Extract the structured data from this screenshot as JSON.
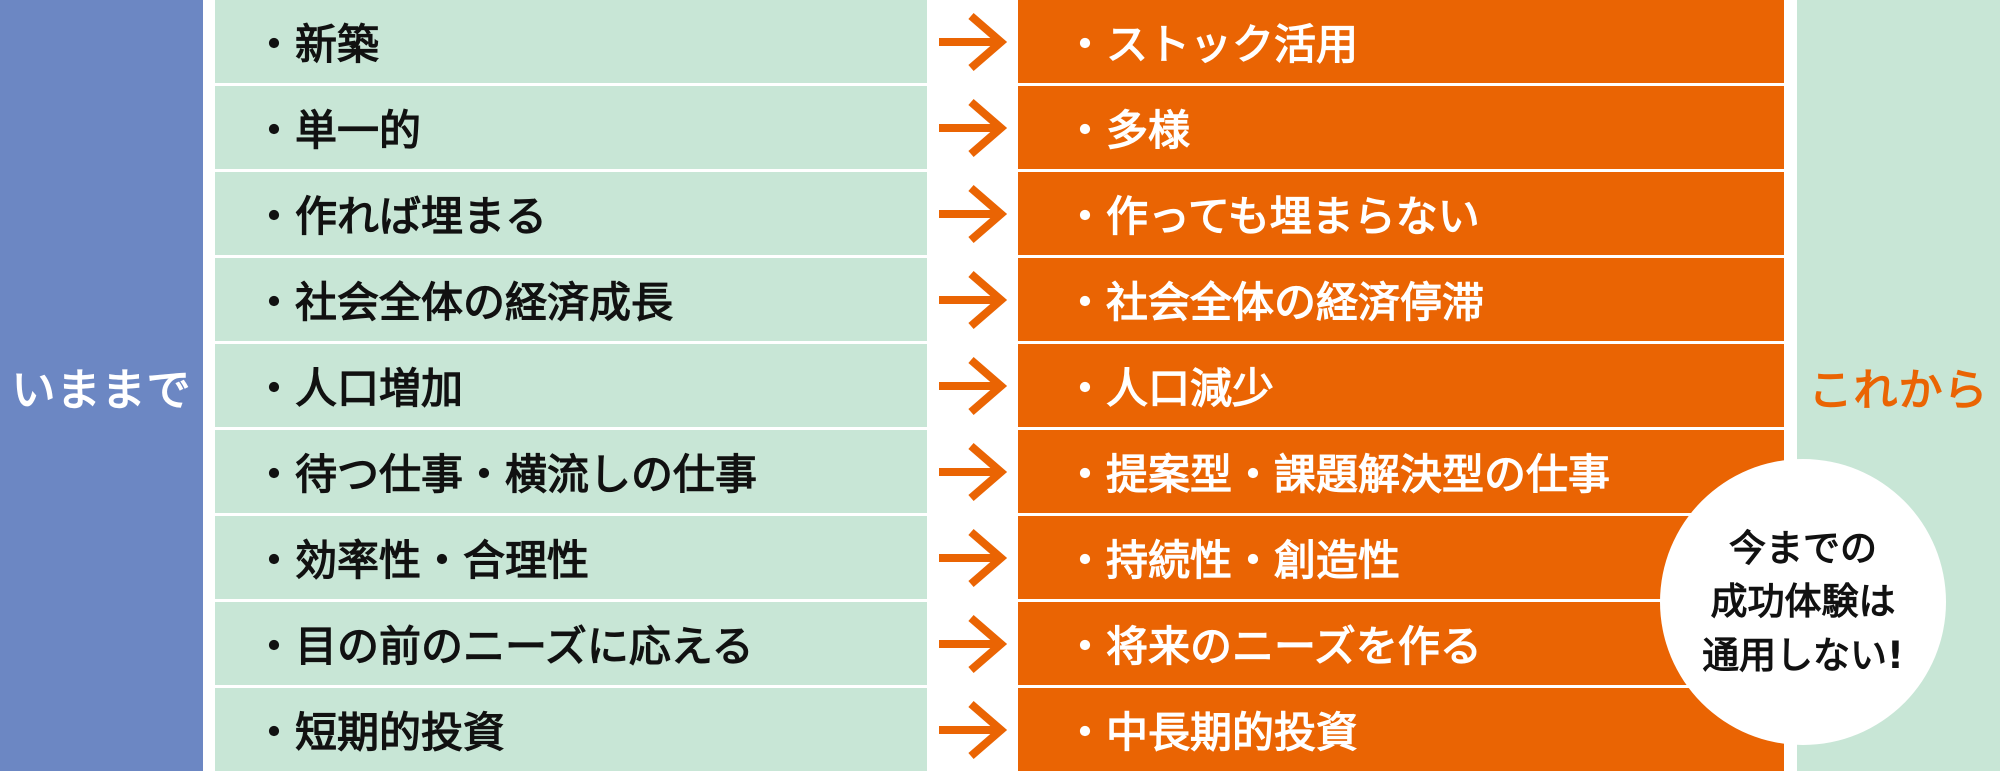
{
  "labels": {
    "left": "いままで",
    "right": "これから"
  },
  "rows": [
    {
      "before": "・新築",
      "after": "・ストック活用"
    },
    {
      "before": "・単一的",
      "after": "・多様"
    },
    {
      "before": "・作れば埋まる",
      "after": "・作っても埋まらない"
    },
    {
      "before": "・社会全体の経済成長",
      "after": "・社会全体の経済停滞"
    },
    {
      "before": "・人口増加",
      "after": "・人口減少"
    },
    {
      "before": "・待つ仕事・横流しの仕事",
      "after": "・提案型・課題解決型の仕事"
    },
    {
      "before": "・効率性・合理性",
      "after": "・持続性・創造性"
    },
    {
      "before": "・目の前のニーズに応える",
      "after": "・将来のニーズを作る"
    },
    {
      "before": "・短期的投資",
      "after": "・中長期的投資"
    }
  ],
  "callout": {
    "lines": [
      "今までの",
      "成功体験は",
      "通用しない!"
    ]
  },
  "colors": {
    "left_label_bg": "#6c87c3",
    "before_bg": "#c8e6d6",
    "after_bg": "#ea6403",
    "arrow": "#ea6403",
    "right_label_text": "#ea6403"
  },
  "icons": {
    "row_arrow": "right-arrow-icon"
  }
}
